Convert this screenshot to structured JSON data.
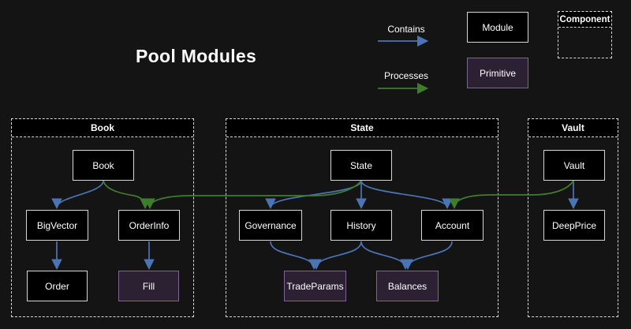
{
  "title": "Pool Modules",
  "legend": {
    "contains_label": "Contains",
    "processes_label": "Processes",
    "module_label": "Module",
    "primitive_label": "Primitive",
    "component_label": "Component"
  },
  "containers": {
    "book": {
      "label": "Book"
    },
    "state": {
      "label": "State"
    },
    "vault": {
      "label": "Vault"
    }
  },
  "nodes": {
    "book": {
      "label": "Book",
      "type": "module"
    },
    "bigvector": {
      "label": "BigVector",
      "type": "module"
    },
    "orderinfo": {
      "label": "OrderInfo",
      "type": "module"
    },
    "order": {
      "label": "Order",
      "type": "module"
    },
    "fill": {
      "label": "Fill",
      "type": "primitive"
    },
    "state": {
      "label": "State",
      "type": "module"
    },
    "governance": {
      "label": "Governance",
      "type": "module"
    },
    "history": {
      "label": "History",
      "type": "module"
    },
    "account": {
      "label": "Account",
      "type": "module"
    },
    "tradeparams": {
      "label": "TradeParams",
      "type": "primitive"
    },
    "balances": {
      "label": "Balances",
      "type": "primitive"
    },
    "vault": {
      "label": "Vault",
      "type": "module"
    },
    "deepprice": {
      "label": "DeepPrice",
      "type": "module"
    }
  },
  "edges": [
    {
      "from": "book",
      "to": "bigvector",
      "type": "contains"
    },
    {
      "from": "bigvector",
      "to": "order",
      "type": "contains"
    },
    {
      "from": "orderinfo",
      "to": "fill",
      "type": "contains"
    },
    {
      "from": "state",
      "to": "governance",
      "type": "contains"
    },
    {
      "from": "state",
      "to": "history",
      "type": "contains"
    },
    {
      "from": "state",
      "to": "account",
      "type": "contains"
    },
    {
      "from": "governance",
      "to": "tradeparams",
      "type": "contains"
    },
    {
      "from": "history",
      "to": "tradeparams",
      "type": "contains"
    },
    {
      "from": "history",
      "to": "balances",
      "type": "contains"
    },
    {
      "from": "account",
      "to": "balances",
      "type": "contains"
    },
    {
      "from": "vault",
      "to": "deepprice",
      "type": "contains"
    },
    {
      "from": "book",
      "to": "orderinfo",
      "type": "processes"
    },
    {
      "from": "state",
      "to": "orderinfo",
      "type": "processes"
    },
    {
      "from": "vault",
      "to": "account",
      "type": "processes"
    }
  ],
  "colors": {
    "background": "#141414",
    "module_fill": "#000000",
    "module_border": "#d6d6d6",
    "primitive_fill": "#2b2133",
    "primitive_border": "#7e6394",
    "contains_arrow": "#4a74b4",
    "processes_arrow": "#3e7e2b",
    "container_border": "#d9d9d9",
    "text": "#ffffff"
  }
}
